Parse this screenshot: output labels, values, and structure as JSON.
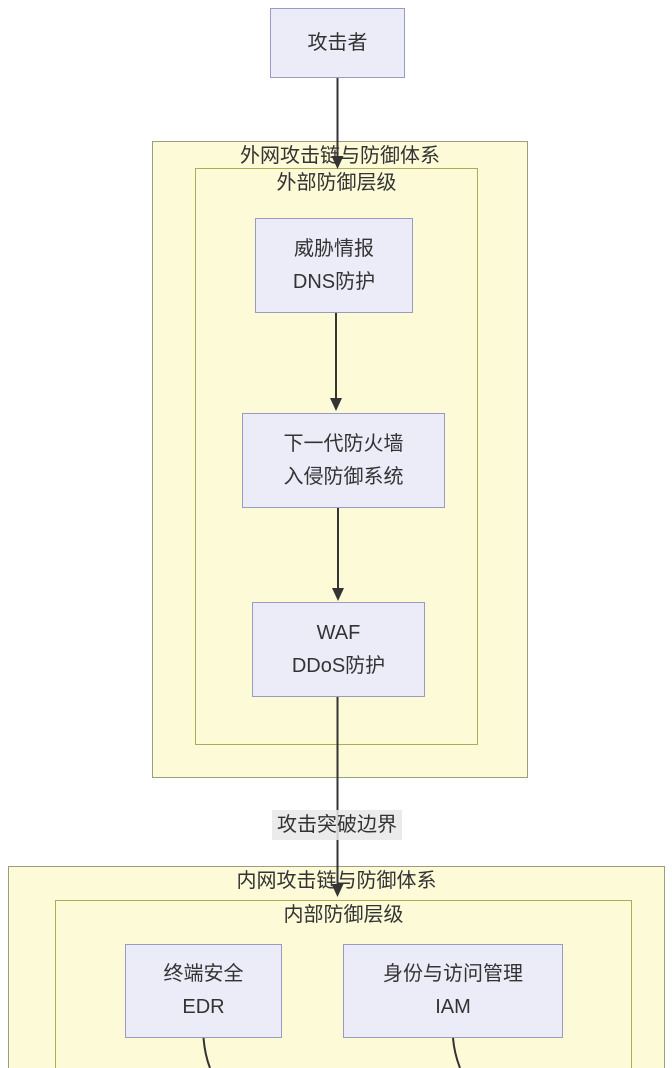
{
  "diagram": {
    "attacker": {
      "label": "攻击者"
    },
    "external_chain": {
      "title": "外网攻击链与防御体系",
      "layer_title": "外部防御层级",
      "nodes": {
        "threat_intel": {
          "line1": "威胁情报",
          "line2": "DNS防护"
        },
        "ngfw": {
          "line1": "下一代防火墙",
          "line2": "入侵防御系统"
        },
        "waf": {
          "line1": "WAF",
          "line2": "DDoS防护"
        }
      }
    },
    "breach_edge_label": "攻击突破边界",
    "internal_chain": {
      "title": "内网攻击链与防御体系",
      "layer_title": "内部防御层级",
      "nodes": {
        "edr": {
          "line1": "终端安全",
          "line2": "EDR"
        },
        "iam": {
          "line1": "身份与访问管理",
          "line2": "IAM"
        }
      }
    }
  },
  "colors": {
    "node_fill": "#ececf9",
    "node_border": "#9a9ac6",
    "cluster_fill": "#fcfad7",
    "cluster_border_outer": "#9d9d7e",
    "cluster_border_inner": "#adad55",
    "edge_stroke": "#343434",
    "text": "#333333",
    "edge_label_bg": "#e8e8e8",
    "background": "#ffffff"
  }
}
